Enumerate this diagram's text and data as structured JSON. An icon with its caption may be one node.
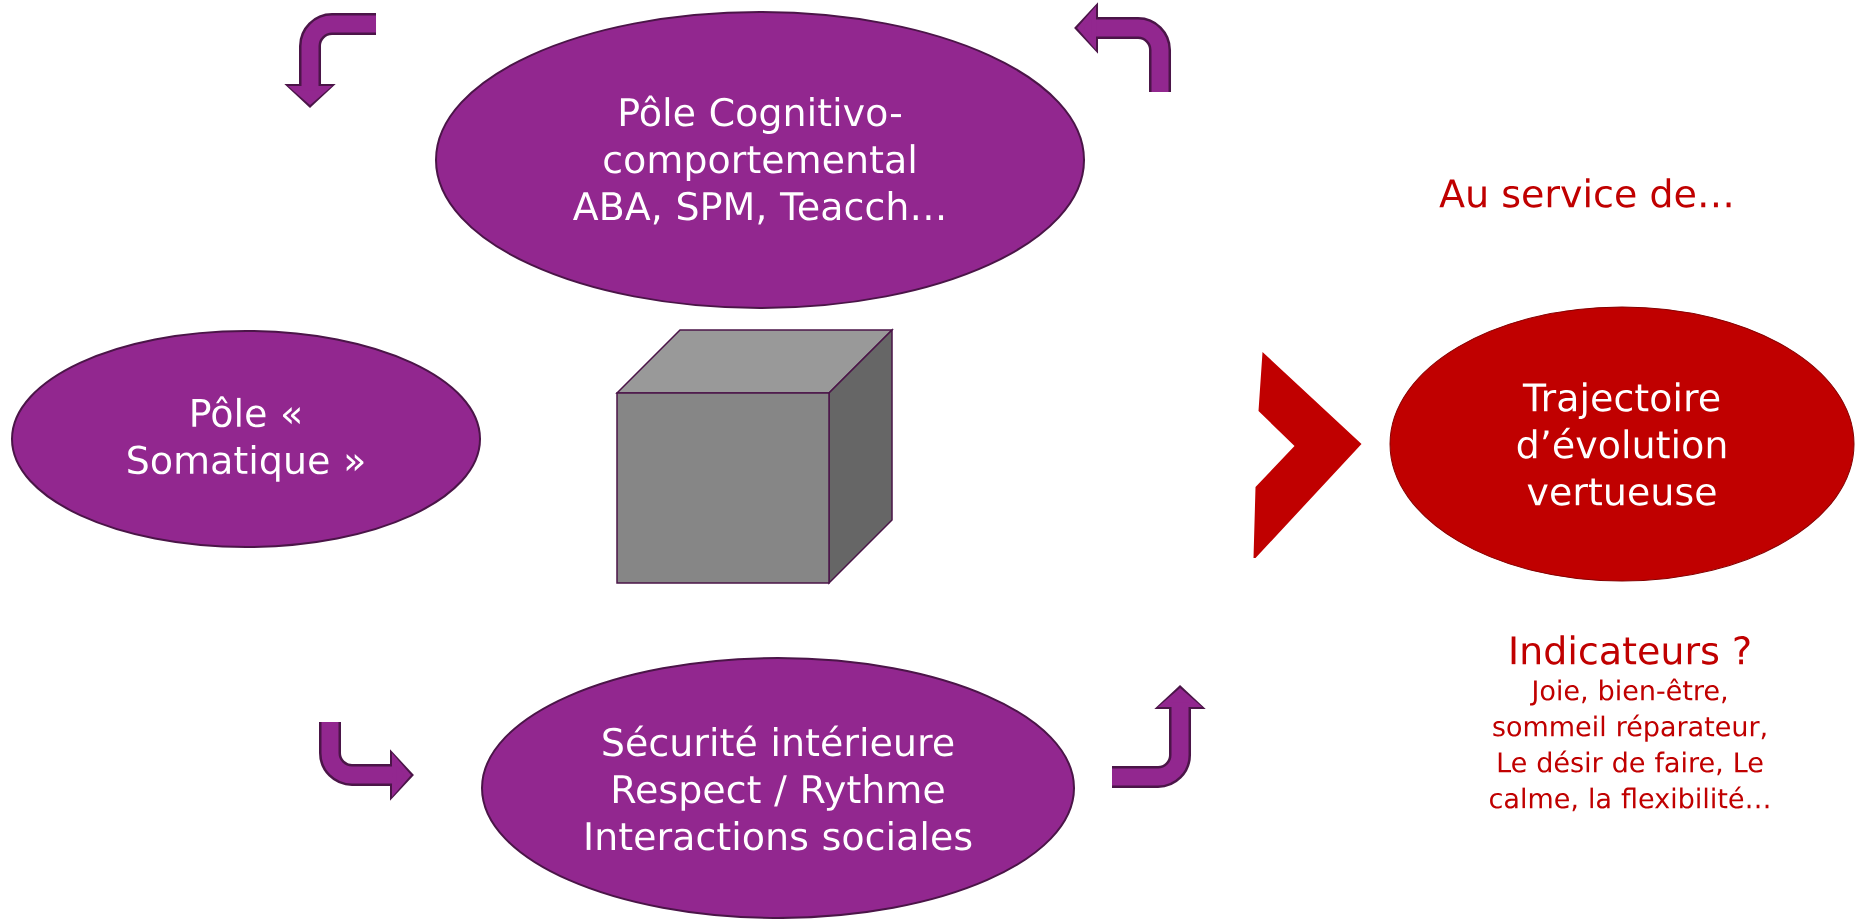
{
  "diagram": {
    "nodes": [
      {
        "text": [
          "Pôle Cognitivo-comportemental ABA, SPM, Teacch…"
        ]
      },
      {
        "text": [
          "Pôle « Somatique »"
        ]
      },
      {
        "text": [
          "Sécurité intérieure Respect / Rythme Interactions sociales"
        ]
      },
      {
        "text": [],
        "shape": "box"
      },
      {
        "text": [
          "Trajectoire d’évolution vertueuse"
        ]
      }
    ],
    "edges": [
      {
        "from": null,
        "to": 4,
        "arrow": "to",
        "color": "#c00000"
      }
    ],
    "labels": [
      "Au service de…",
      "Indicateurs ?",
      "Joie, bien-être, sommeil réparateur, Le désir de faire, Le calme, la flexibilité…"
    ]
  }
}
